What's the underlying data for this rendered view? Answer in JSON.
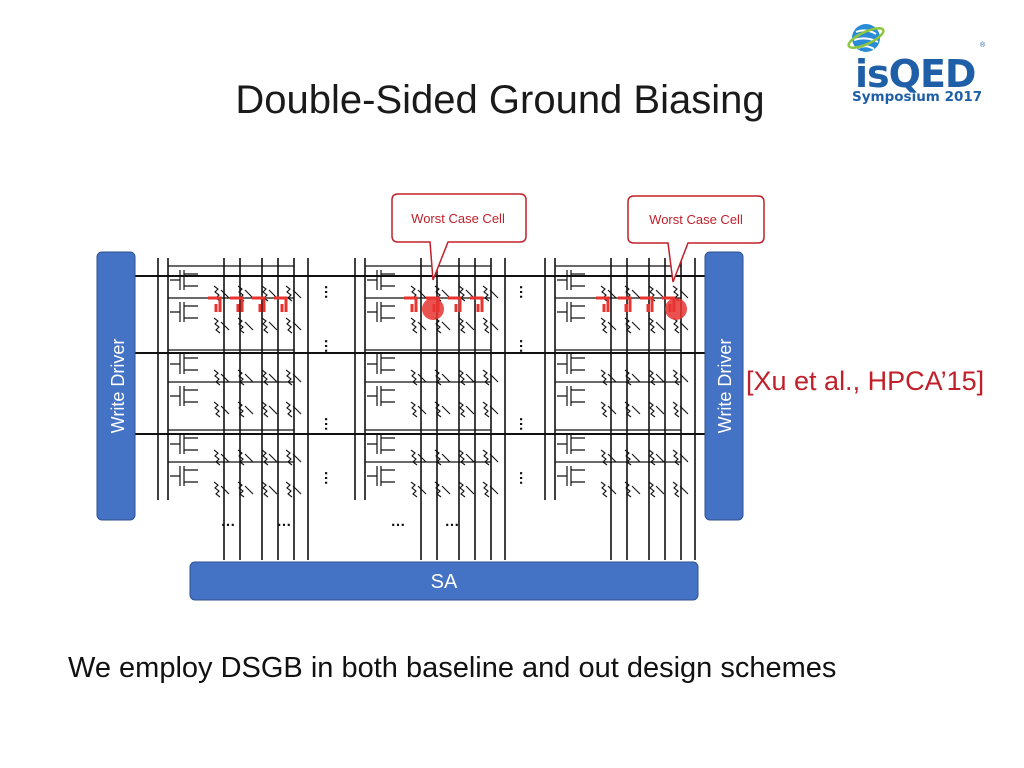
{
  "title": "Double-Sided Ground Biasing",
  "logo": {
    "name": "isQED",
    "subtitle": "Symposium 2017",
    "registered": "®"
  },
  "diagram": {
    "callouts": [
      "Worst Case Cell",
      "Worst Case Cell"
    ],
    "write_driver_left": "Write Driver",
    "write_driver_right": "Write Driver",
    "sense_amp": "SA",
    "ellipsis": "…",
    "colors": {
      "driver_fill": "#4472c4",
      "highlight": "#e8332f",
      "callout_border": "#c0202a"
    }
  },
  "citation": "[Xu et al., HPCA’15]",
  "caption": "We employ DSGB in both baseline and out design schemes"
}
